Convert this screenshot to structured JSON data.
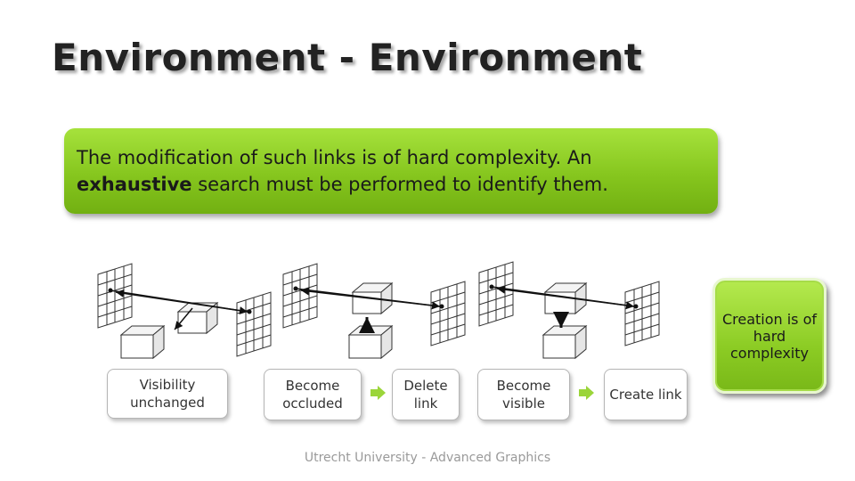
{
  "slide": {
    "title": "Environment - Environment",
    "banner": {
      "line1": "The modification of such links is of hard complexity. An",
      "bold": "exhaustive",
      "line2_rest": " search must be performed to identify them."
    },
    "flow_boxes": [
      "Visibility unchanged",
      "Become occluded",
      "Delete link",
      "Become visible",
      "Create link"
    ],
    "callout": "Creation is of hard complexity",
    "footer": "Utrecht University - Advanced Graphics"
  },
  "colors": {
    "accent_green": "#86c61e",
    "arrow_green": "#9bd53a",
    "title_text": "#222222"
  }
}
